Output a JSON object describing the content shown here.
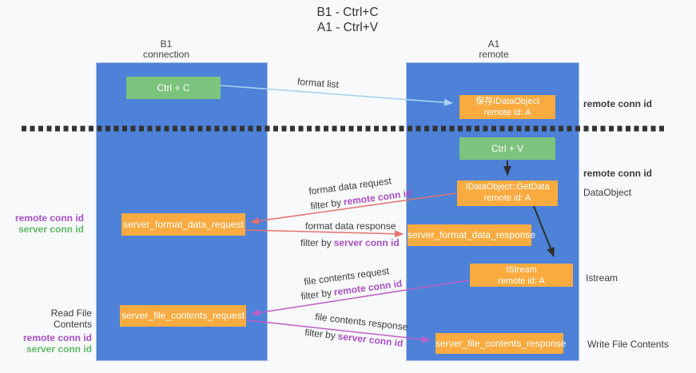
{
  "title": {
    "line1": "B1 - Ctrl+C",
    "line2": "A1 - Ctrl+V"
  },
  "columns": {
    "left": {
      "name": "B1",
      "subtitle": "connection"
    },
    "right": {
      "name": "A1",
      "subtitle": "remote"
    }
  },
  "boxes": {
    "ctrl_c": "Ctrl + C",
    "ctrl_v": "Ctrl + V",
    "save_idataobject": {
      "line1": "保存IDataObject",
      "line2": "remote id: A"
    },
    "getdata": {
      "line1": "IDataObject::GetData",
      "line2": "remote id: A"
    },
    "istream": {
      "line1": "IStream",
      "line2": "remote id: A"
    },
    "format_request": "server_format_data_request",
    "format_response": "server_format_data_response",
    "file_request": "server_file_contents_request",
    "file_response": "server_file_contents_response"
  },
  "arrow_labels": {
    "format_list": "format list",
    "format_data_request": "format data request",
    "format_data_response": "format data response",
    "file_contents_request": "file contents request",
    "file_contents_response": "file contents response",
    "filter_by": "filter by",
    "remote_conn_id": "remote conn id",
    "server_conn_id": "server conn id"
  },
  "side_labels": {
    "remote_conn_id": "remote conn id",
    "server_conn_id": "server conn id",
    "dataobject": "DataObject",
    "istream": "Istream",
    "read_file_contents": "Read File Contents",
    "write_file_contents": "Write File Contents"
  },
  "colors": {
    "column_blue": "#4d82d8",
    "box_green": "#7cc47e",
    "box_orange": "#f9ab40",
    "arrow_lightblue": "#a8d2f0",
    "arrow_red": "#e4716e",
    "arrow_magenta": "#c05ec8",
    "arrow_black": "#2e2e2e",
    "dashed_line": "#333333",
    "text_purple": "#a94fc4",
    "text_green": "#62b966"
  }
}
